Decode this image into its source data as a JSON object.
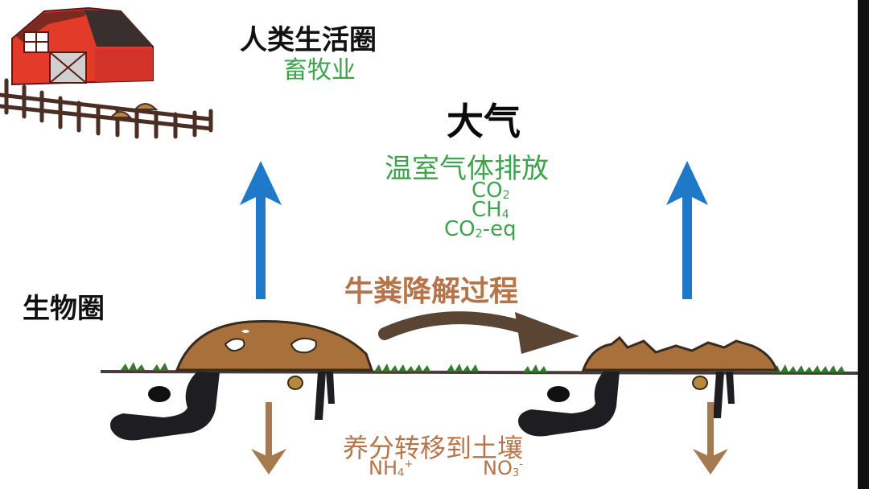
{
  "labels": {
    "human_sphere": "人类生活圈",
    "livestock": "畜牧业",
    "atmosphere": "大气",
    "ghg_emission": "温室气体排放",
    "biosphere": "生物圈",
    "dung_process": "牛粪降解过程",
    "nutrient_transfer": "养分转移到土壤"
  },
  "gases": {
    "co2": {
      "base": "CO",
      "sub": "2"
    },
    "ch4": {
      "base": "CH",
      "sub": "4"
    },
    "co2eq": {
      "base": "CO",
      "sub": "2",
      "suffix": "-eq"
    }
  },
  "nutrients": {
    "nh4": {
      "base": "NH",
      "sub": "4",
      "sup": "+"
    },
    "no3": {
      "base": "NO",
      "sub": "3",
      "sup": "-"
    }
  },
  "colors": {
    "green_text": "#3fa34d",
    "brown_text": "#b5744a",
    "blue_arrow": "#1f78c8",
    "brown_arrow": "#a57a4f",
    "dark_arrow": "#5a4535",
    "dung": "#a8703a",
    "barn_red": "#e23b2a"
  },
  "icons": [
    "barn-icon",
    "fence-icon",
    "dung-pat-icon",
    "beetle-icon",
    "grass-icon"
  ]
}
